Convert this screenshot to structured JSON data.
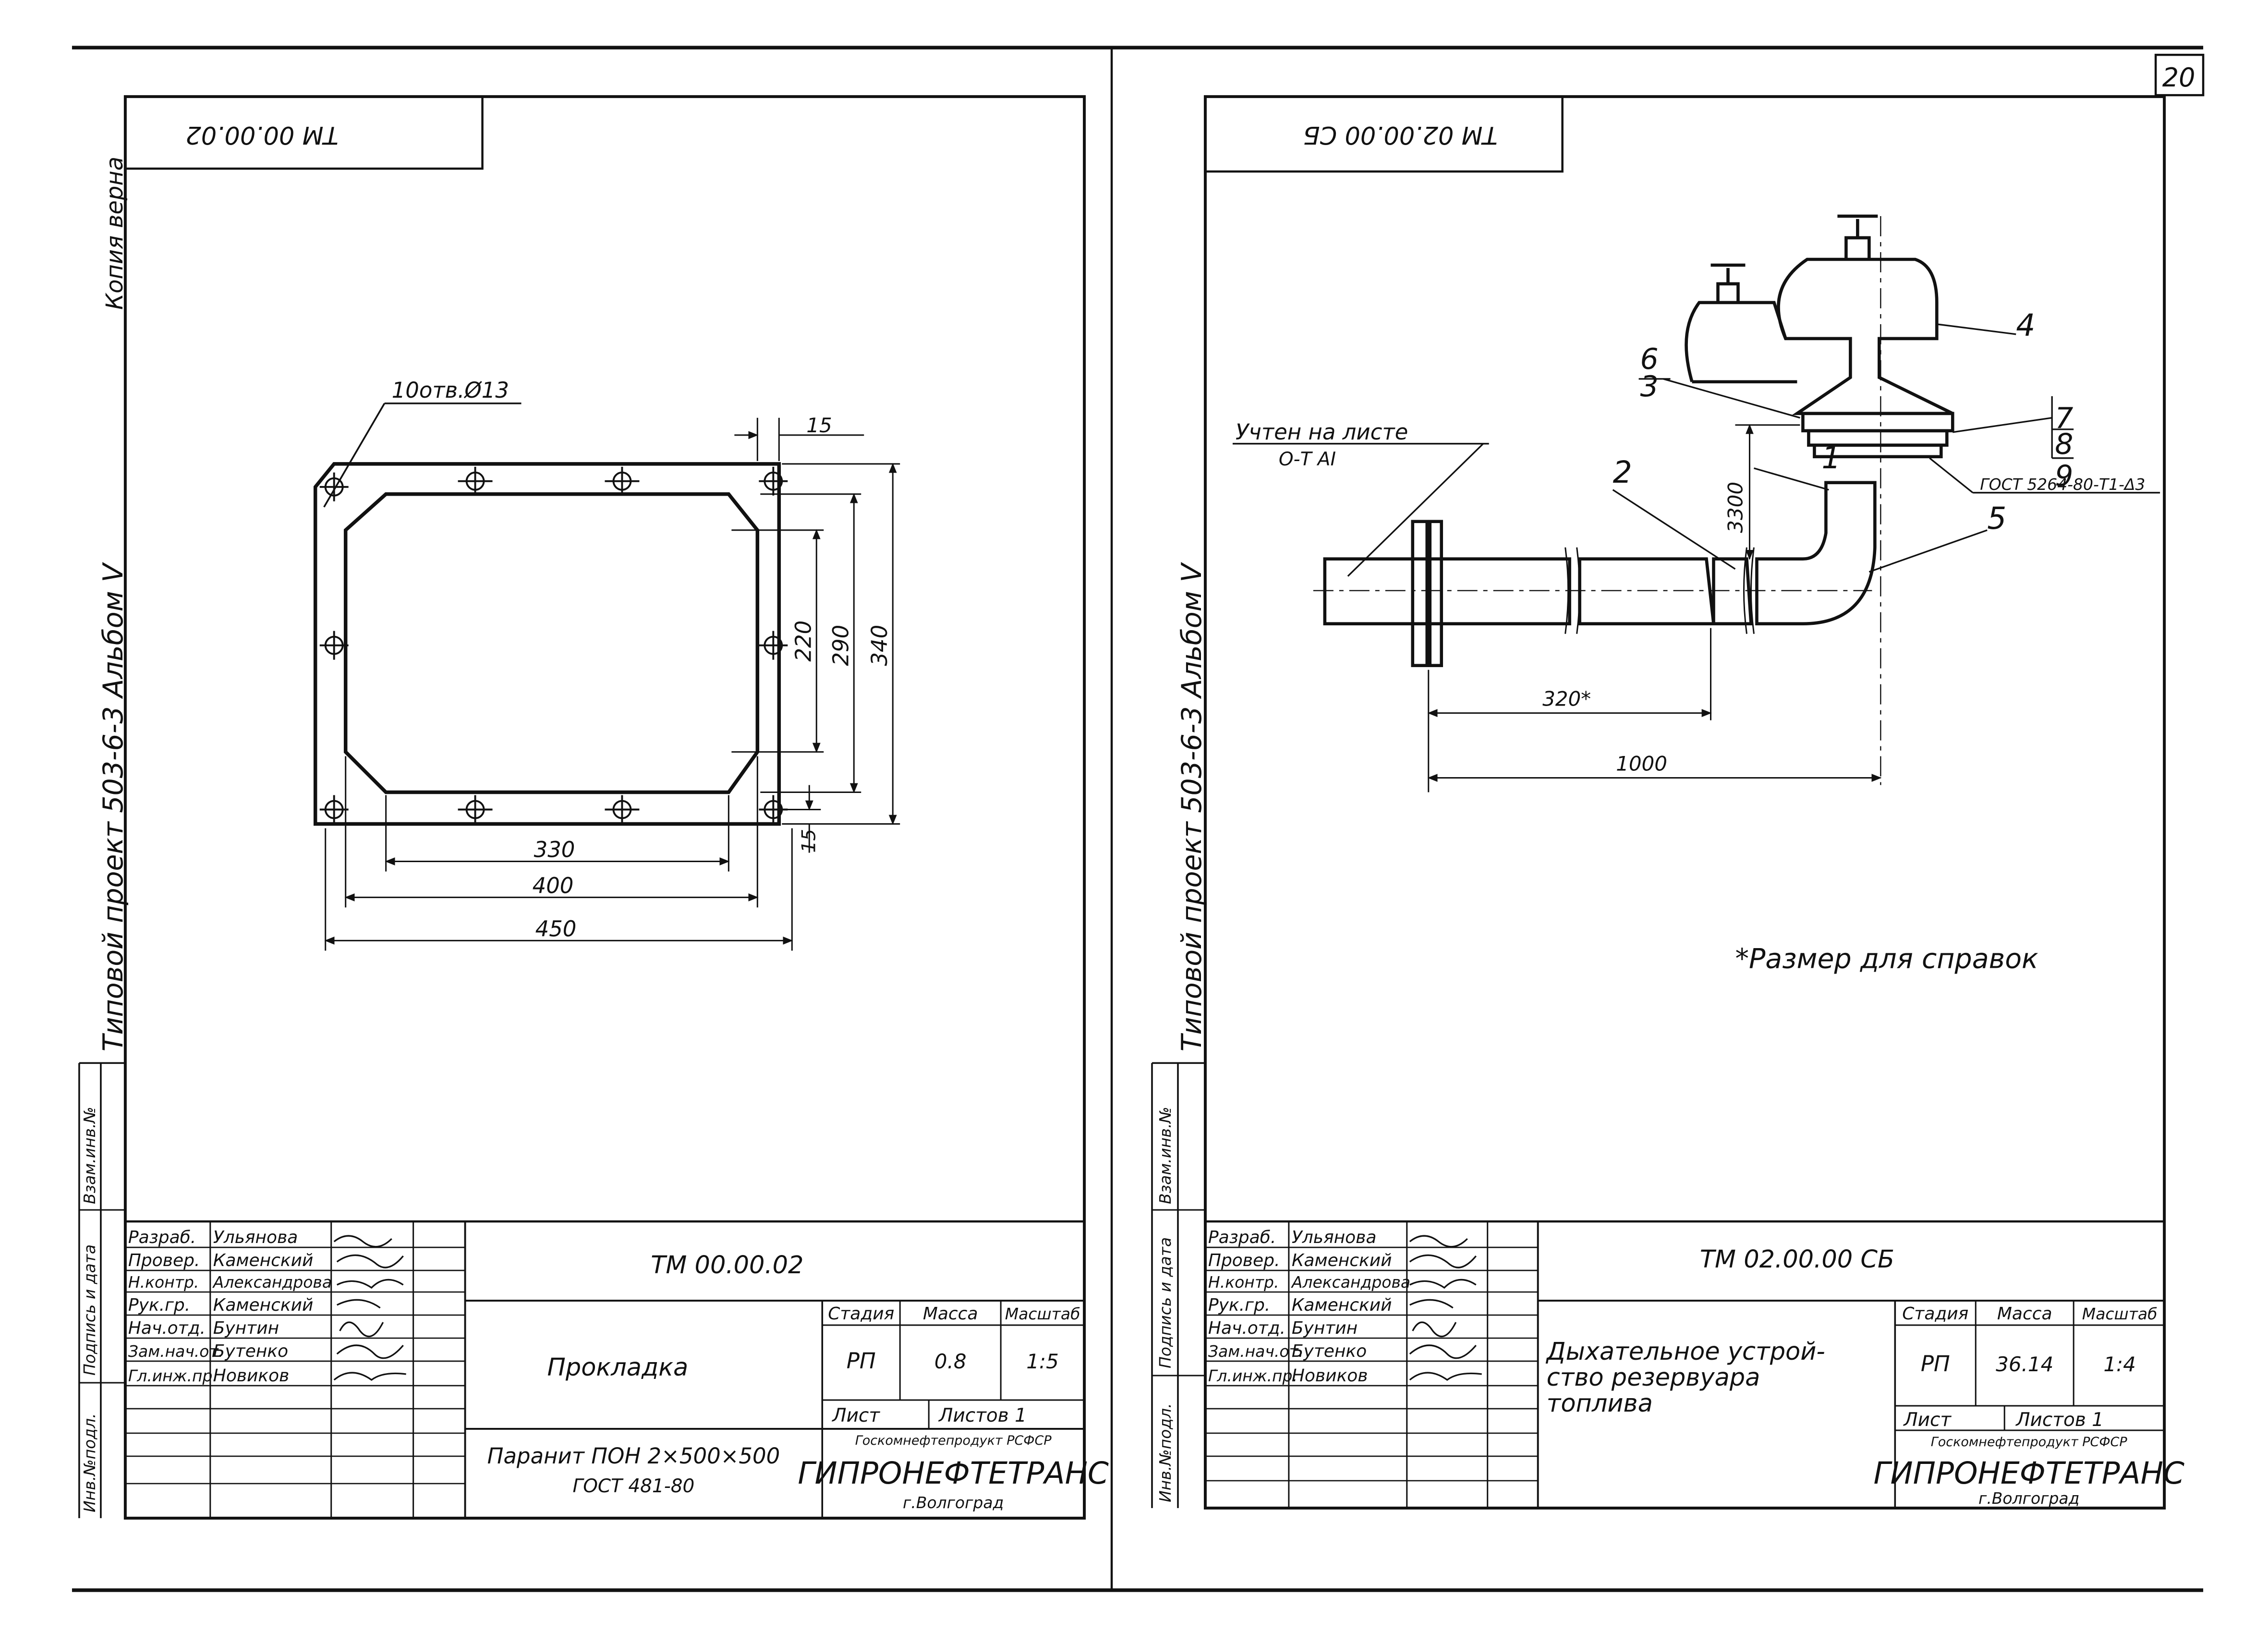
{
  "page_number": "20",
  "left_sheet": {
    "rotated_code": "ТМ 00.00.02",
    "side_caption": "Типовой проект 503-6-3 Альбом V",
    "copy_note": "Копия верна",
    "hole_note": "10отв.Ø13",
    "dims": {
      "w_inner": "330",
      "w_mid": "400",
      "w_outer": "450",
      "h_inner": "220",
      "h_mid": "290",
      "h_outer": "340",
      "edge_top": "15",
      "edge_side": "15"
    },
    "stamp_side": [
      "Инв.№подл.",
      "Подпись и дата",
      "Взам.инв.№"
    ],
    "roles": [
      "Разраб.",
      "Провер.",
      "Н.контр.",
      "Рук.гр.",
      "Нач.отд.",
      "Зам.нач.от.",
      "Гл.инж.пр."
    ],
    "names": [
      "Ульянова",
      "Каменский",
      "Александрова",
      "Каменский",
      "Бунтин",
      "Бутенко",
      "Новиков"
    ],
    "doc_code": "ТМ 00.00.02",
    "title": "Прокладка",
    "material_line1": "Паранит ПОН 2×500×500",
    "material_line2": "ГОСТ 481-80",
    "col_stage": "Стадия",
    "col_mass": "Масса",
    "col_scale": "Масштаб",
    "stage": "РП",
    "mass": "0.8",
    "scale": "1:5",
    "sheet_label": "Лист",
    "sheets_label": "Листов 1",
    "org_small": "Госкомнефтепродукт РСФСР",
    "org_big": "ГИПРОНЕФТЕТРАНС",
    "city": "г.Волгоград"
  },
  "right_sheet": {
    "rotated_code": "ТМ 02.00.00 СБ",
    "side_caption": "Типовой проект 503-6-3 Альбом V",
    "stamp_side": [
      "Инв.№подл.",
      "Подпись и дата",
      "Взам.инв.№"
    ],
    "pos_labels": [
      "1",
      "2",
      "3",
      "4",
      "5",
      "6",
      "7",
      "8",
      "9"
    ],
    "note_counted": "Учтен на листе",
    "note_counted2": "О-Т АI",
    "gost_note": "ГОСТ 5264-80-Т1-Δ3",
    "dim_vert": "3300",
    "dim_320": "320*",
    "dim_1000": "1000",
    "reference_note": "*Размер для справок",
    "roles": [
      "Разраб.",
      "Провер.",
      "Н.контр.",
      "Рук.гр.",
      "Нач.отд.",
      "Зам.нач.от.",
      "Гл.инж.пр."
    ],
    "names": [
      "Ульянова",
      "Каменский",
      "Александрова",
      "Каменский",
      "Бунтин",
      "Бутенко",
      "Новиков"
    ],
    "doc_code": "ТМ 02.00.00 СБ",
    "title_l1": "Дыхательное устрой-",
    "title_l2": "ство резервуара",
    "title_l3": "топлива",
    "col_stage": "Стадия",
    "col_mass": "Масса",
    "col_scale": "Масштаб",
    "stage": "РП",
    "mass": "36.14",
    "scale": "1:4",
    "sheet_label": "Лист",
    "sheets_label": "Листов 1",
    "org_small": "Госкомнефтепродукт РСФСР",
    "org_big": "ГИПРОНЕФТЕТРАНС",
    "city": "г.Волгоград"
  }
}
